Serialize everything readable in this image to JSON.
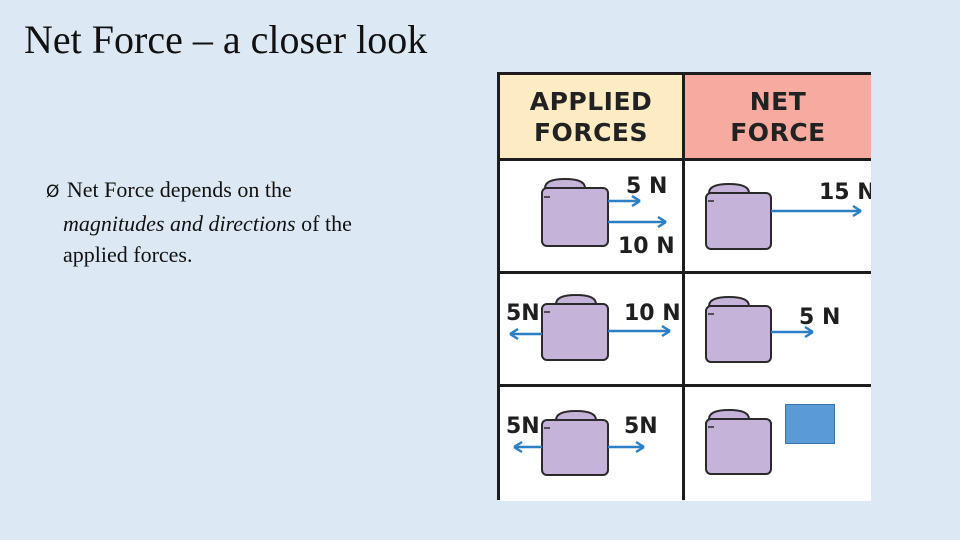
{
  "slide": {
    "title": "Net Force – a closer look",
    "bullet": {
      "marker": "Ø",
      "text_1": " Net Force depends on the",
      "italic": "magnitudes and directions",
      "text_2": " of the",
      "text_3": "applied forces."
    }
  },
  "table": {
    "headers": {
      "applied": "APPLIED\nFORCES",
      "net": "NET\nFORCE"
    },
    "rows": [
      {
        "applied_labels": [
          "5 N",
          "10 N"
        ],
        "net_label": "15 N"
      },
      {
        "applied_labels": [
          "5N",
          "10 N"
        ],
        "net_label": "5 N"
      },
      {
        "applied_labels": [
          "5N",
          "5N"
        ],
        "net_label": ""
      }
    ],
    "colors": {
      "weight": "#c5b3d9",
      "weight_outline": "#2a2a2a",
      "arrow": "#2b7fc4",
      "answer_box": "#5b9bd5",
      "header_applied": "#fdebc4",
      "header_net": "#f6aaa0"
    }
  }
}
